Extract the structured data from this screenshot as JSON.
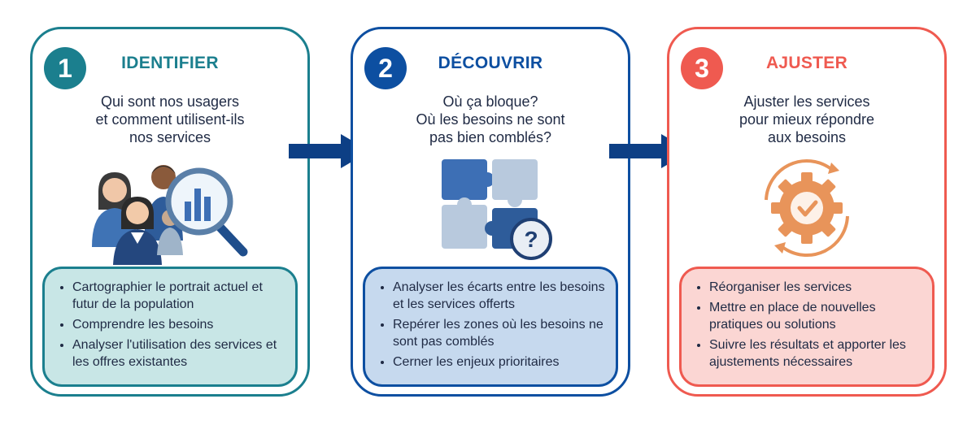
{
  "colors": {
    "step1": "#1b7f8e",
    "step2": "#0d4fa1",
    "step3": "#ef5a50",
    "arrow": "#0d3f85"
  },
  "steps": [
    {
      "number": "1",
      "title": "IDENTIFIER",
      "question": [
        "Qui sont nos usagers",
        "et comment utilisent-ils",
        "nos services"
      ],
      "icon": "people-magnifier-icon",
      "actions": [
        "Cartographier le portrait actuel et futur de la population",
        "Comprendre les besoins",
        "Analyser l'utilisation des services et les offres existantes"
      ]
    },
    {
      "number": "2",
      "title": "DÉCOUVRIR",
      "question": [
        "Où ça bloque?",
        "Où les besoins ne sont",
        "pas bien comblés?"
      ],
      "icon": "puzzle-question-icon",
      "actions": [
        "Analyser les écarts entre les besoins et les services offerts",
        "Repérer les zones où les besoins ne sont pas comblés",
        "Cerner les enjeux prioritaires"
      ]
    },
    {
      "number": "3",
      "title": "AJUSTER",
      "question": [
        "Ajuster les services",
        "pour mieux répondre",
        "aux besoins"
      ],
      "icon": "gear-cycle-icon",
      "actions": [
        "Réorganiser les services",
        "Mettre en place de nouvelles pratiques ou solutions",
        "Suivre les résultats et apporter les ajustements nécessaires"
      ]
    }
  ]
}
